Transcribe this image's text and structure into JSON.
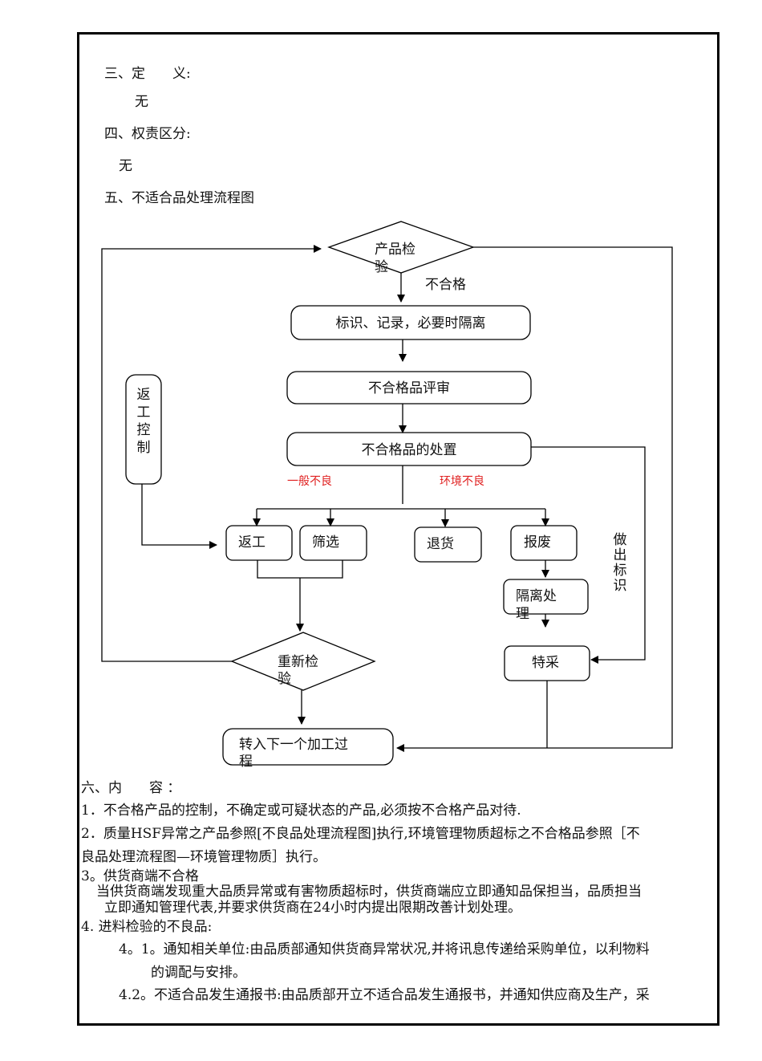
{
  "sections": {
    "definition_heading": "三、定　　义:",
    "definition_body": "无",
    "responsibility_heading": "四、权责区分:",
    "responsibility_body": "无",
    "flowchart_heading": "五、不适合品处理流程图",
    "content_heading": "六、内　　容 ："
  },
  "flowchart": {
    "inspect_line1": "产品检",
    "inspect_line2": "验",
    "fail_label": "不合格",
    "mark_record": "标识、记录，必要时隔离",
    "review": "不合格品评审",
    "disposal": "不合格品的处置",
    "general_defect": "一般不良",
    "env_defect": "环境不良",
    "rework_control": [
      "返",
      "工",
      "控",
      "制"
    ],
    "rework": "返工",
    "screen": "筛选",
    "return": "退货",
    "scrap": "报废",
    "isolate_line1": "隔离处",
    "isolate_line2": "理",
    "special_accept": "特采",
    "mark_label": [
      "做",
      "出",
      "标",
      "识"
    ],
    "reinspect_line1": "重新检",
    "reinspect_line2": "验",
    "next_process_line1": "转入下一个加工过",
    "next_process_line2": "程"
  },
  "content": [
    "1．不合格产品的控制，不确定或可疑状态的产品,必须按不合格产品对待.",
    "2．质量HSF异常之产品参照[不良品处理流程图]执行,环境管理物质超标之不合格品参照［不",
    "良品处理流程图—环境管理物质］执行。",
    "3。供货商端不合格",
    "当供货商端发现重大品质异常或有害物质超标时，供货商端应立即通知品保担当，品质担当",
    "立即通知管理代表,并要求供货商在24小时内提出限期改善计划处理。",
    "4. 进料检验的不良品:",
    "4。1。通知相关单位:由品质部通知供货商异常状况,并将讯息传递给采购单位，以利物料",
    "的调配与安排。",
    "4.2。不适合品发生通报书:由品质部开立不适合品发生通报书，并通知供应商及生产，采"
  ],
  "colors": {
    "defect_label": "#e02020"
  }
}
